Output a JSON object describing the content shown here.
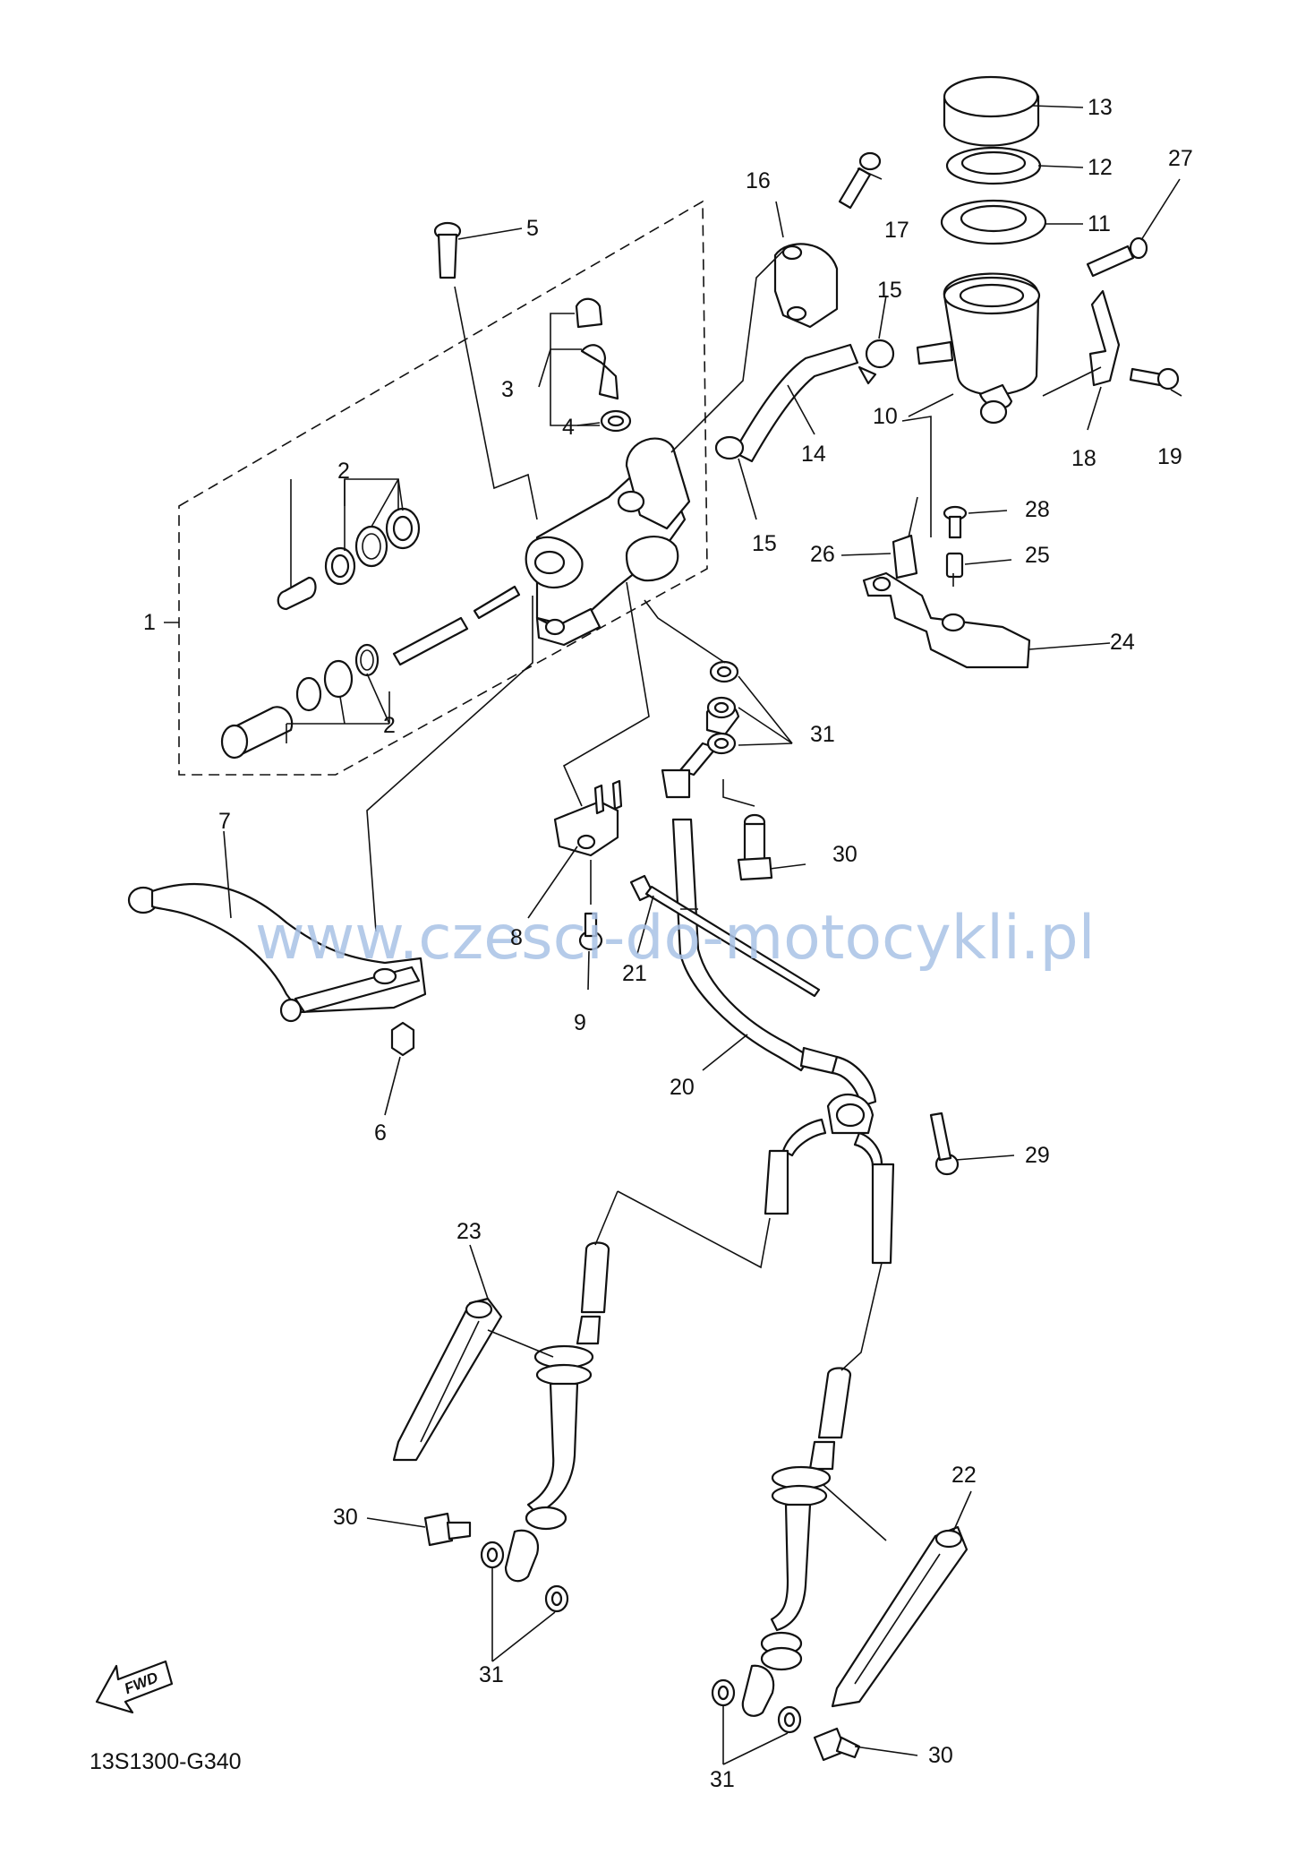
{
  "callouts": [
    {
      "id": "c1",
      "text": "1"
    },
    {
      "id": "c2a",
      "text": "2"
    },
    {
      "id": "c2b",
      "text": "2"
    },
    {
      "id": "c3",
      "text": "3"
    },
    {
      "id": "c4",
      "text": "4"
    },
    {
      "id": "c5",
      "text": "5"
    },
    {
      "id": "c6",
      "text": "6"
    },
    {
      "id": "c7",
      "text": "7"
    },
    {
      "id": "c8",
      "text": "8"
    },
    {
      "id": "c9",
      "text": "9"
    },
    {
      "id": "c10",
      "text": "10"
    },
    {
      "id": "c11",
      "text": "11"
    },
    {
      "id": "c12",
      "text": "12"
    },
    {
      "id": "c13",
      "text": "13"
    },
    {
      "id": "c14",
      "text": "14"
    },
    {
      "id": "c15a",
      "text": "15"
    },
    {
      "id": "c15b",
      "text": "15"
    },
    {
      "id": "c16",
      "text": "16"
    },
    {
      "id": "c17",
      "text": "17"
    },
    {
      "id": "c18",
      "text": "18"
    },
    {
      "id": "c19",
      "text": "19"
    },
    {
      "id": "c20",
      "text": "20"
    },
    {
      "id": "c21",
      "text": "21"
    },
    {
      "id": "c22",
      "text": "22"
    },
    {
      "id": "c23",
      "text": "23"
    },
    {
      "id": "c24",
      "text": "24"
    },
    {
      "id": "c25",
      "text": "25"
    },
    {
      "id": "c26",
      "text": "26"
    },
    {
      "id": "c27",
      "text": "27"
    },
    {
      "id": "c28",
      "text": "28"
    },
    {
      "id": "c29",
      "text": "29"
    },
    {
      "id": "c30a",
      "text": "30"
    },
    {
      "id": "c30b",
      "text": "30"
    },
    {
      "id": "c30c",
      "text": "30"
    },
    {
      "id": "c31a",
      "text": "31"
    },
    {
      "id": "c31b",
      "text": "31"
    },
    {
      "id": "c31c",
      "text": "31"
    }
  ],
  "watermark": "www.czesci-do-motocykli.pl",
  "diagram_code": "13S1300-G340",
  "fwd_label": "FWD",
  "colors": {
    "line": "#111111",
    "watermark": "#a9c2e6",
    "background": "#ffffff"
  }
}
